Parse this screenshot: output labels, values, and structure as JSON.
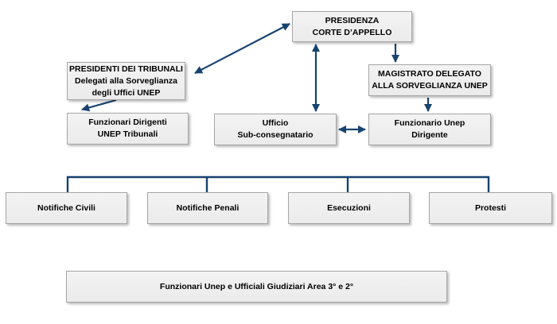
{
  "diagram": {
    "type": "org-chart",
    "nodes": {
      "presidenza": "PRESIDENZA\nCORTE D’APPELLO",
      "presidenti_tribunali": "PRESIDENTI DEI TRIBUNALI\nDelegati alla Sorveglianza\ndegli Uffici UNEP",
      "magistrato_delegato": "MAGISTRATO DELEGATO\nALLA SORVEGLIANZA UNEP",
      "funzionari_dirigenti": "Funzionari Dirigenti\nUNEP Tribunali",
      "ufficio_subconsegnatario": "Ufficio\nSub-consegnatario",
      "funzionario_unep_dirigente": "Funzionario Unep\nDirigente",
      "notifiche_civili": "Notifiche Civili",
      "notifiche_penali": "Notifiche Penali",
      "esecuzioni": "Esecuzioni",
      "protesti": "Protesti",
      "area_funzionari": "Funzionari Unep e Ufficiali Giudiziari Area 3° e 2°"
    },
    "relations": [
      {
        "from": "presidenti_tribunali",
        "to": "presidenza",
        "style": "double-arrow"
      },
      {
        "from": "presidenza",
        "to": "magistrato_delegato",
        "style": "arrow"
      },
      {
        "from": "presidenza",
        "to": "ufficio_subconsegnatario",
        "style": "double-arrow"
      },
      {
        "from": "presidenti_tribunali",
        "to": "funzionari_dirigenti",
        "style": "arrow"
      },
      {
        "from": "magistrato_delegato",
        "to": "funzionario_unep_dirigente",
        "style": "arrow"
      },
      {
        "from": "ufficio_subconsegnatario",
        "to": "funzionario_unep_dirigente",
        "style": "double-arrow"
      },
      {
        "group": [
          "notifiche_civili",
          "notifiche_penali",
          "esecuzioni",
          "protesti"
        ],
        "style": "bracket"
      }
    ],
    "colors": {
      "arrow": "#17436F",
      "box_fill": "#EFEFEF",
      "box_border": "#A6A6A6",
      "text": "#000000",
      "background": "#FFFFFF"
    }
  }
}
